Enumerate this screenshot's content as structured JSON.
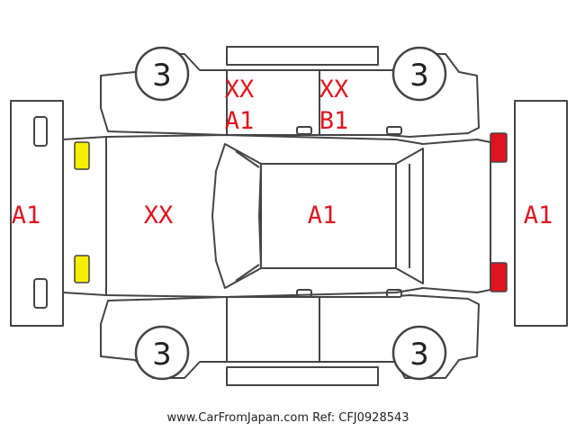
{
  "caption": "www.CarFromJapan.com Ref: CFJ0928543",
  "tires": {
    "front_left": "3",
    "rear_left": "3",
    "front_right": "3",
    "rear_right": "3"
  },
  "marks": {
    "left_bumper": "A1",
    "hood": "XX",
    "roof": "A1",
    "right_bumper": "A1",
    "top_front_door_line1": "XX",
    "top_front_door_line2": "A1",
    "top_rear_door_line1": "XX",
    "top_rear_door_line2": "B1"
  },
  "colors": {
    "mark_red": "#e0141e",
    "outline": "#444444",
    "headlight_yellow": "#f5ee00",
    "taillight_red": "#e0141e"
  }
}
